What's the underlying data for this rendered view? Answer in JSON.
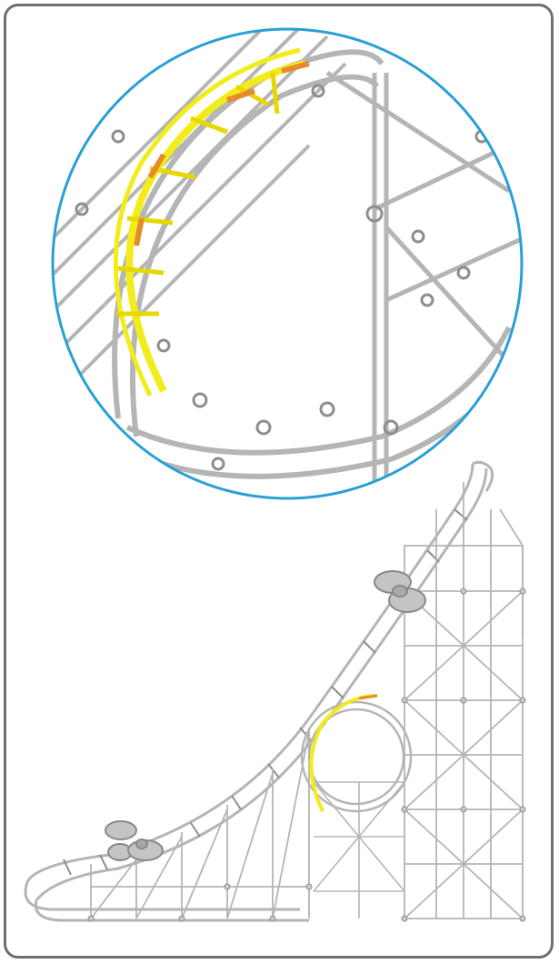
{
  "diagram": {
    "kind": "construction-step illustration",
    "text": [],
    "colors": {
      "frame": "#6f6f6f",
      "callout_circle": "#2a9fd6",
      "structure": "#b5b5b5",
      "structure_dark": "#8e8e8e",
      "highlight_track": "#f2ec1b",
      "highlight_clip": "#e8892a"
    },
    "icons": [
      "zoom-callout",
      "coaster-car-top",
      "coaster-car-bottom",
      "loop-structure",
      "support-tower"
    ]
  }
}
